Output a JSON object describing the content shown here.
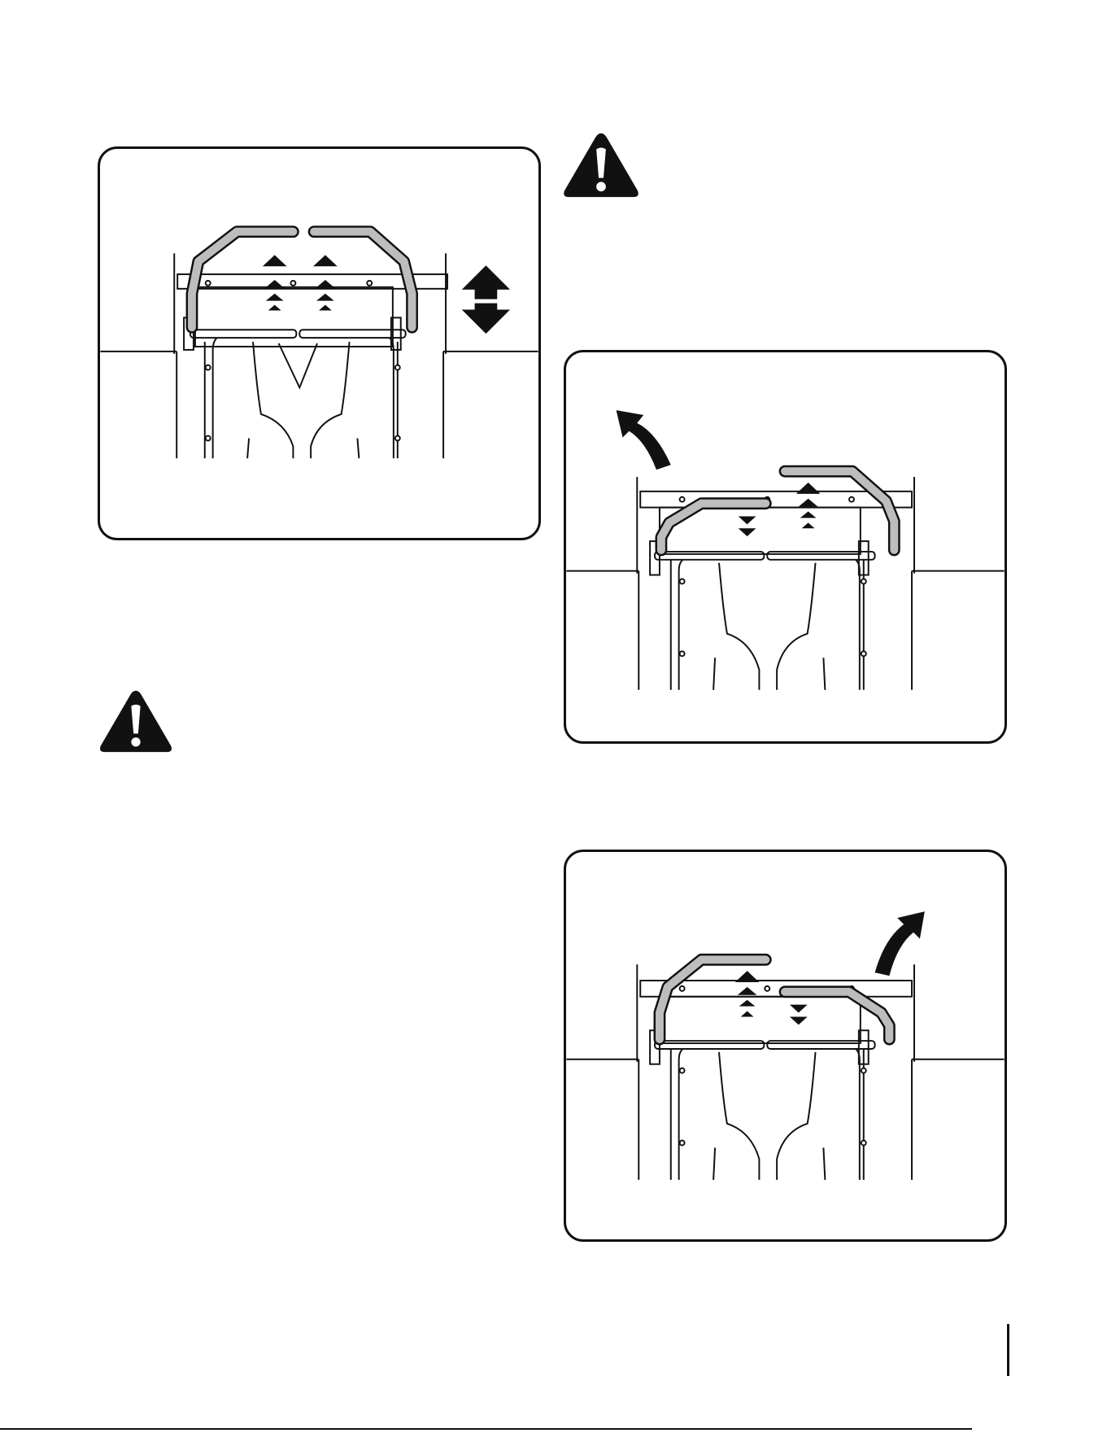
{
  "page": {
    "figures": [
      {
        "name": "lever-adjustment-both-raised",
        "arrow": "vertical-double"
      },
      {
        "name": "lever-adjustment-left-lowered",
        "arrow": "curved-left"
      },
      {
        "name": "lever-adjustment-right-lowered",
        "arrow": "curved-right"
      }
    ],
    "warnings": [
      "warning-top-right",
      "warning-left"
    ]
  },
  "colors": {
    "outline": "#111111",
    "lever_fill": "#bdbdbd",
    "background": "#ffffff"
  }
}
